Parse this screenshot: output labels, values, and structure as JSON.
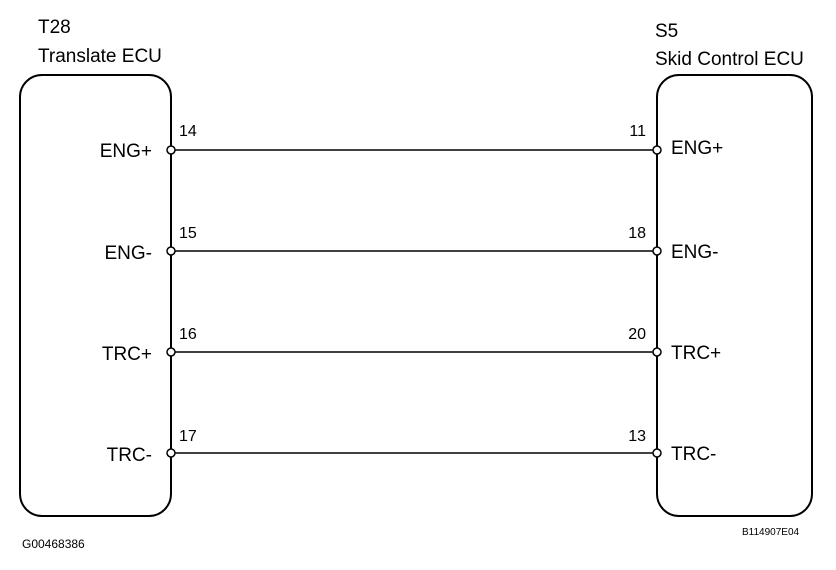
{
  "left_ecu": {
    "code": "T28",
    "name": "Translate ECU",
    "pins": [
      {
        "signal": "ENG+",
        "number": "14"
      },
      {
        "signal": "ENG-",
        "number": "15"
      },
      {
        "signal": "TRC+",
        "number": "16"
      },
      {
        "signal": "TRC-",
        "number": "17"
      }
    ]
  },
  "right_ecu": {
    "code": "S5",
    "name": "Skid Control ECU",
    "pins": [
      {
        "signal": "ENG+",
        "number": "11"
      },
      {
        "signal": "ENG-",
        "number": "18"
      },
      {
        "signal": "TRC+",
        "number": "20"
      },
      {
        "signal": "TRC-",
        "number": "13"
      }
    ]
  },
  "footer": {
    "figure_id": "G00468386",
    "ref_code": "B114907E04"
  },
  "colors": {
    "line": "#000000",
    "background": "#ffffff"
  }
}
